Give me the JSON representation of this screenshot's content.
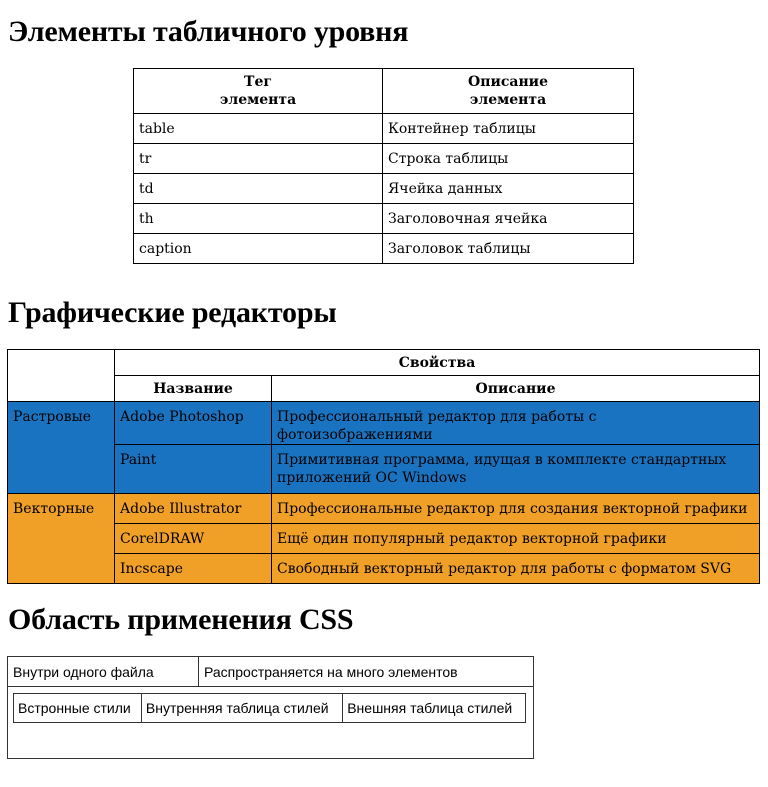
{
  "section1": {
    "title": "Элементы табличного уровня",
    "header": {
      "tag_line1": "Тег",
      "tag_line2": "элемента",
      "desc_line1": "Описание",
      "desc_line2": "элемента"
    },
    "rows": [
      {
        "tag": "table",
        "desc": "Контейнер таблицы"
      },
      {
        "tag": "tr",
        "desc": "Строка таблицы"
      },
      {
        "tag": "td",
        "desc": "Ячейка данных"
      },
      {
        "tag": "th",
        "desc": "Заголовочная ячейка"
      },
      {
        "tag": "caption",
        "desc": "Заголовок таблицы"
      }
    ]
  },
  "section2": {
    "title": "Графические редакторы",
    "header": {
      "props": "Свойства",
      "name": "Название",
      "desc": "Описание"
    },
    "groups": [
      {
        "category": "Растровые",
        "color": "#1a73c0",
        "items": [
          {
            "name": "Adobe Photoshop",
            "desc": "Профессиональный редактор для работы с фотоизображениями"
          },
          {
            "name": "Paint",
            "desc": "Примитивная программа, идущая в комплекте стандартных приложений ОС Windows"
          }
        ]
      },
      {
        "category": "Векторные",
        "color": "#f0a026",
        "items": [
          {
            "name": "Adobe Illustrator",
            "desc": "Профессиональные редактор для создания векторной графики"
          },
          {
            "name": "CorelDRAW",
            "desc": "Ещё один популярный редактор векторной графики"
          },
          {
            "name": "Incscape",
            "desc": "Свободный векторный редактор для работы с форматом SVG"
          }
        ]
      }
    ]
  },
  "section3": {
    "title": "Область применения CSS",
    "top_left": "Внутри одного файла",
    "top_right": "Распространяется на много элементов",
    "nested": [
      "Встронные стили",
      "Внутренняя таблица стилей",
      "Внешняя таблица стилей"
    ]
  }
}
